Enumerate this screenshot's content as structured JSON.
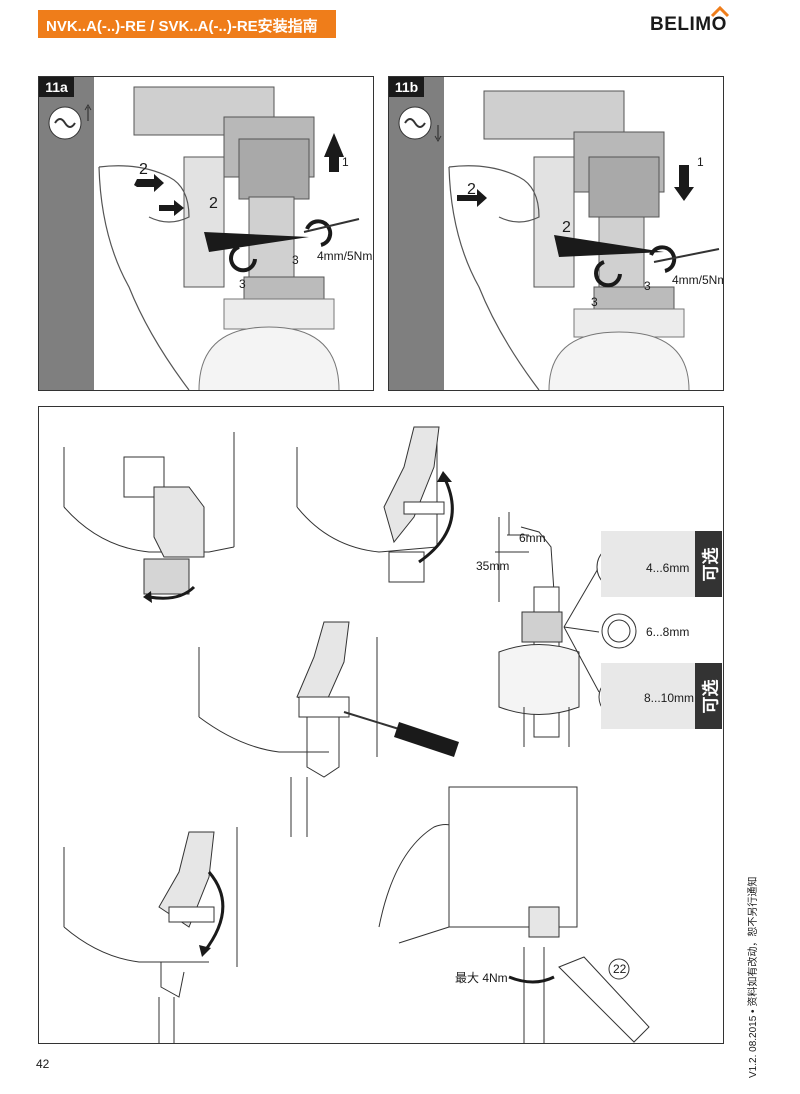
{
  "header": {
    "title": "NVK..A(-..)-RE / SVK..A(-..)-RE安装指南",
    "brand": "BELIMO",
    "accent_color": "#ef7d1a"
  },
  "panel_11a": {
    "tag": "11a",
    "direction_icon": "arrow-up-icon",
    "step1": "1",
    "step2a": "2",
    "step2b": "2",
    "step3a": "3",
    "step3b": "3",
    "torque": "4mm/5Nm"
  },
  "panel_11b": {
    "tag": "11b",
    "direction_icon": "arrow-down-icon",
    "step1": "1",
    "step2a": "2",
    "step2b": "2",
    "step3a": "3",
    "step3b": "3",
    "torque": "4mm/5Nm"
  },
  "wiring": {
    "strip_short": "6mm",
    "strip_long": "35mm",
    "ring_small": "4...6mm",
    "ring_medium": "6...8mm",
    "ring_large": "8...10mm",
    "optional_label": "可选",
    "max_torque": "最大 4Nm",
    "wrench_size": "22"
  },
  "footer": {
    "page_number": "42",
    "version_note": "V1.2. 08.2015 • 资料如有改动，恕不另行通知"
  }
}
